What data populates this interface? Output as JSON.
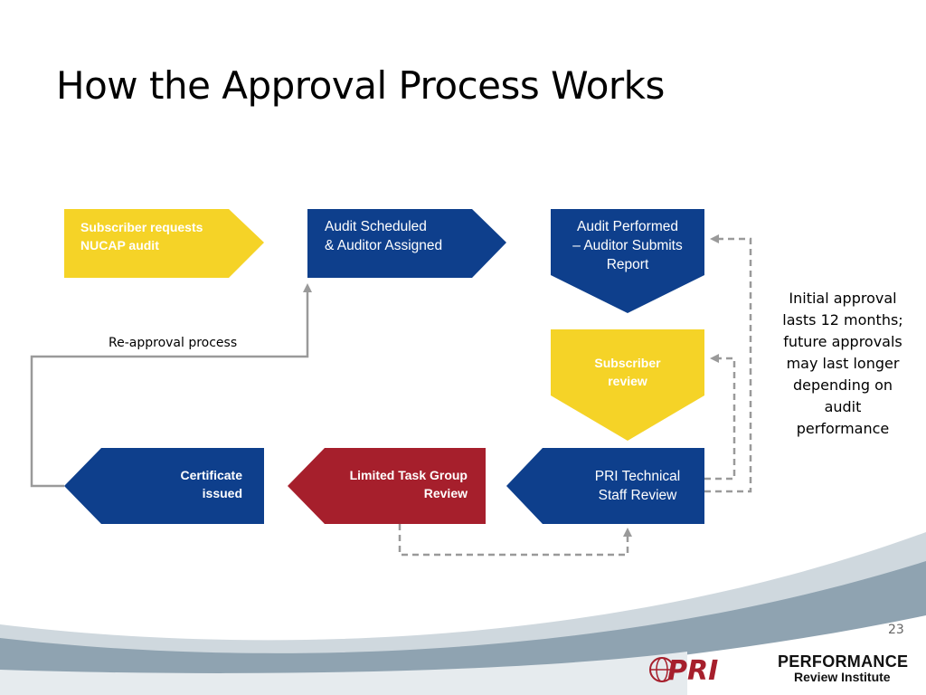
{
  "title": "How the Approval Process Works",
  "steps": {
    "subscriber_request": [
      "Subscriber requests",
      "NUCAP audit"
    ],
    "audit_scheduled": [
      "Audit Scheduled",
      "& Auditor Assigned"
    ],
    "audit_performed": [
      "Audit  Performed",
      "– Auditor Submits",
      "Report"
    ],
    "subscriber_review": [
      "Subscriber",
      "review"
    ],
    "pri_review": [
      "PRI Technical",
      "Staff Review"
    ],
    "ltg_review": [
      "Limited Task Group",
      "Review"
    ],
    "certificate": [
      "Certificate",
      "issued"
    ]
  },
  "reapproval_label": "Re-approval process",
  "note": "Initial approval lasts 12 months; future approvals may last longer depending on audit performance",
  "page_number": "23",
  "logo": {
    "mark": "PRI",
    "line1": "PERFORMANCE",
    "line2": "Review Institute"
  },
  "colors": {
    "yellow": "#f5d327",
    "blue": "#0e3f8c",
    "red": "#a61f2c",
    "connector": "#9a9a9a",
    "wave": "#8fa3b1"
  }
}
